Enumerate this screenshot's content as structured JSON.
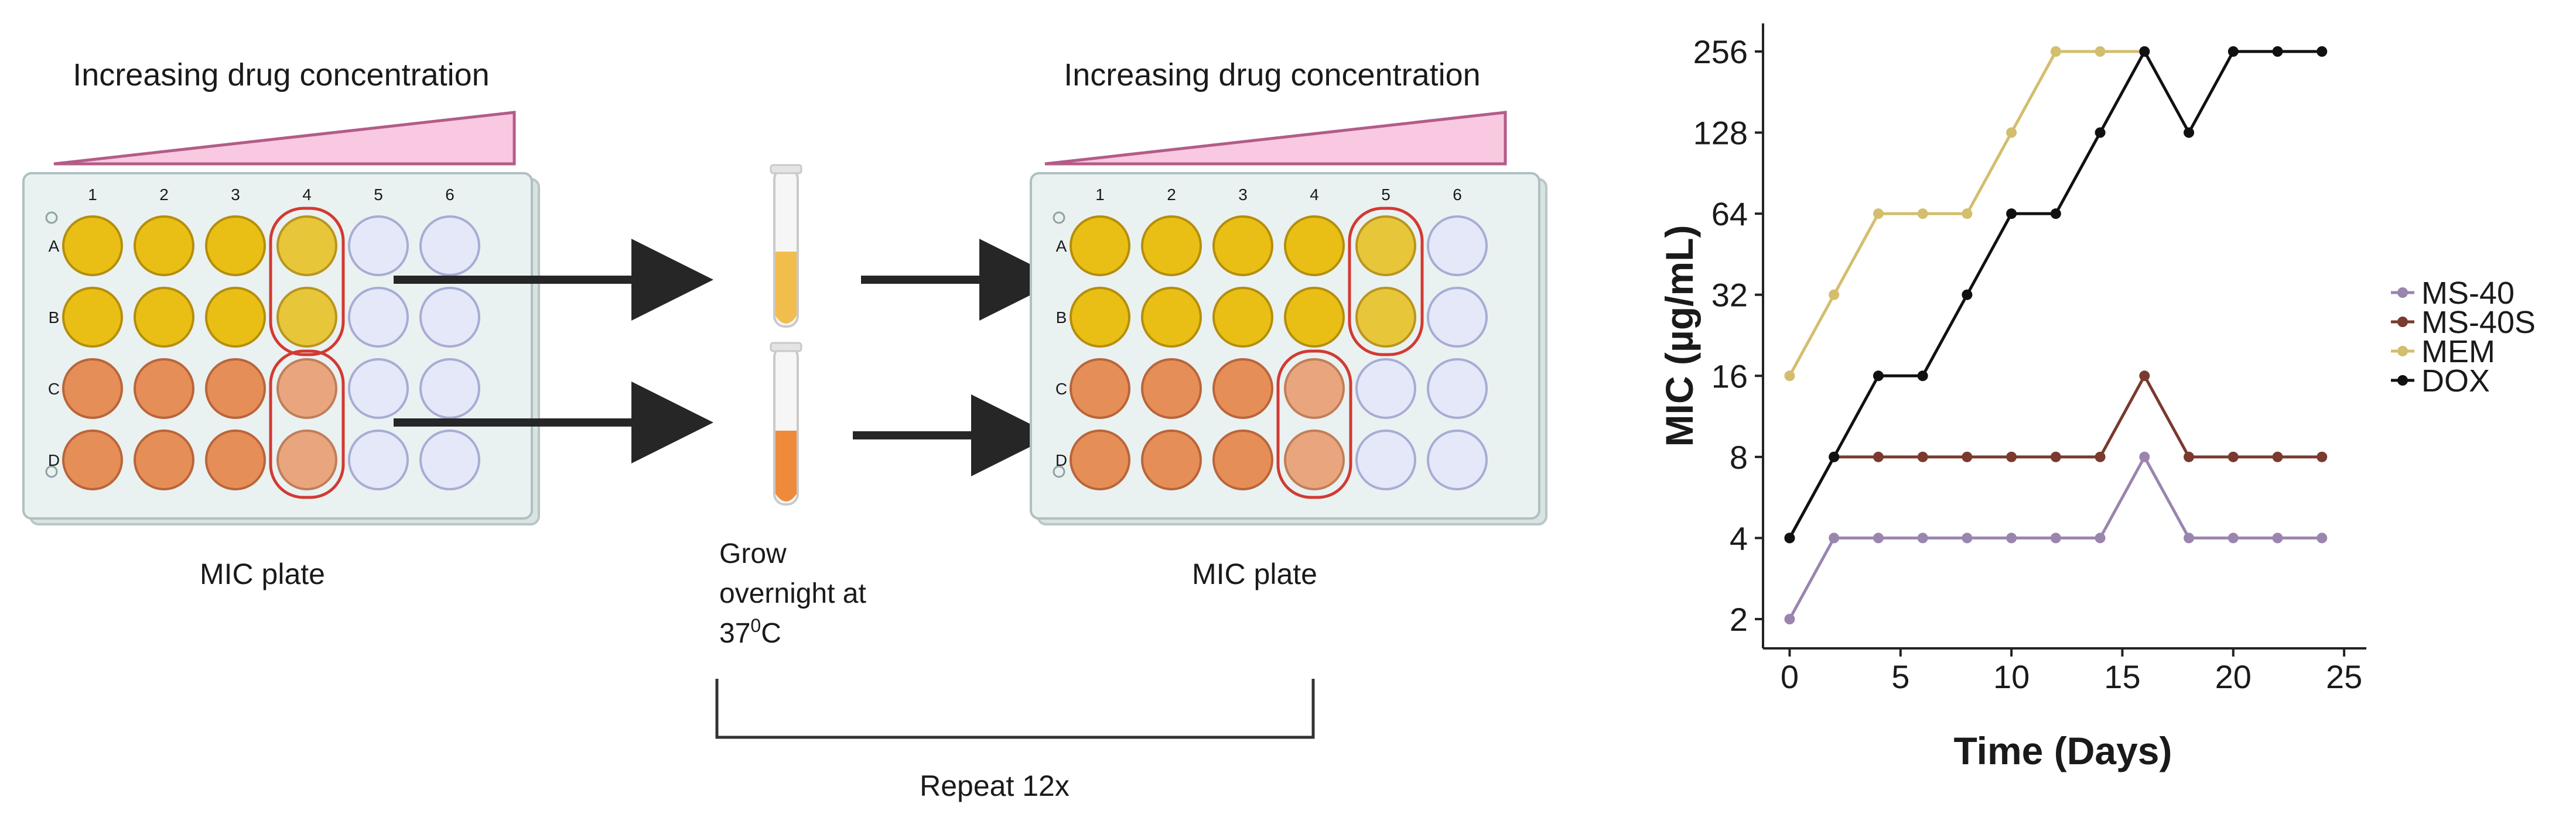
{
  "schematic": {
    "plate_title_1": "Increasing drug concentration",
    "plate_title_2": "Increasing drug concentration",
    "plate_caption_1": "MIC plate",
    "plate_caption_2": "MIC plate",
    "grow_line1": "Grow",
    "grow_line2": "overnight at",
    "grow_line3_prefix": "37",
    "grow_line3_sup": "0",
    "grow_line3_suffix": "C",
    "repeat_label": "Repeat 12x",
    "column_labels": [
      "1",
      "2",
      "3",
      "4",
      "5",
      "6"
    ],
    "row_labels": [
      "A",
      "B",
      "C",
      "D"
    ],
    "colors": {
      "yellow_well": "#E9BF16",
      "yellow_light_well": "#E8C63A",
      "orange_well": "#E58E58",
      "orange_light_well": "#E9A57D",
      "empty_well": "#E5E8F8",
      "highlight": "#D23A32",
      "wedge": "#F8C9E0",
      "plate": "#EAF1F1",
      "arrow": "#262626"
    },
    "plate1": {
      "rows": [
        [
          "Y",
          "Y",
          "Y",
          "y",
          "E",
          "E"
        ],
        [
          "Y",
          "Y",
          "Y",
          "y",
          "E",
          "E"
        ],
        [
          "O",
          "O",
          "O",
          "o",
          "E",
          "E"
        ],
        [
          "O",
          "O",
          "O",
          "o",
          "E",
          "E"
        ]
      ],
      "highlights": [
        {
          "column": 4,
          "from_row": "A",
          "to_row": "B"
        },
        {
          "column": 4,
          "from_row": "C",
          "to_row": "D"
        }
      ]
    },
    "plate2": {
      "rows": [
        [
          "Y",
          "Y",
          "Y",
          "Y",
          "y",
          "E"
        ],
        [
          "Y",
          "Y",
          "Y",
          "Y",
          "y",
          "E"
        ],
        [
          "O",
          "O",
          "O",
          "o",
          "E",
          "E"
        ],
        [
          "O",
          "O",
          "O",
          "o",
          "E",
          "E"
        ]
      ],
      "highlights": [
        {
          "column": 5,
          "from_row": "A",
          "to_row": "B"
        },
        {
          "column": 4,
          "from_row": "C",
          "to_row": "D"
        }
      ]
    },
    "tubes": [
      {
        "fill": "#F1BE4E"
      },
      {
        "fill": "#EE8A3A"
      }
    ]
  },
  "chart_data": {
    "type": "line",
    "xlabel": "Time (Days)",
    "ylabel": "MIC (µg/mL)",
    "xlim": [
      -1.2,
      26
    ],
    "xticks": [
      0,
      5,
      10,
      15,
      20,
      25
    ],
    "y_scale": "log2",
    "yticks": [
      2,
      4,
      8,
      16,
      32,
      64,
      128,
      256
    ],
    "grid": false,
    "legend_position": "right",
    "series": [
      {
        "name": "MS-40",
        "color": "#9A85AE",
        "x": [
          0,
          2,
          4,
          6,
          8,
          10,
          12,
          14,
          16,
          18,
          20,
          22,
          24
        ],
        "y": [
          2,
          4,
          4,
          4,
          4,
          4,
          4,
          4,
          8,
          4,
          4,
          4,
          4
        ]
      },
      {
        "name": "MS-40S",
        "color": "#7A3A2E",
        "x": [
          0,
          2,
          4,
          6,
          8,
          10,
          12,
          14,
          16,
          18,
          20,
          22,
          24
        ],
        "y": [
          4,
          8,
          8,
          8,
          8,
          8,
          8,
          8,
          16,
          8,
          8,
          8,
          8
        ]
      },
      {
        "name": "MEM",
        "color": "#D3BE6E",
        "x": [
          0,
          2,
          4,
          6,
          8,
          10,
          12,
          14,
          16
        ],
        "y": [
          16,
          32,
          64,
          64,
          64,
          128,
          256,
          256,
          256
        ]
      },
      {
        "name": "DOX",
        "color": "#111111",
        "x": [
          0,
          2,
          4,
          6,
          8,
          10,
          12,
          14,
          16,
          18,
          20,
          22,
          24
        ],
        "y": [
          4,
          8,
          16,
          16,
          32,
          64,
          64,
          128,
          256,
          128,
          256,
          256,
          256
        ]
      }
    ]
  }
}
